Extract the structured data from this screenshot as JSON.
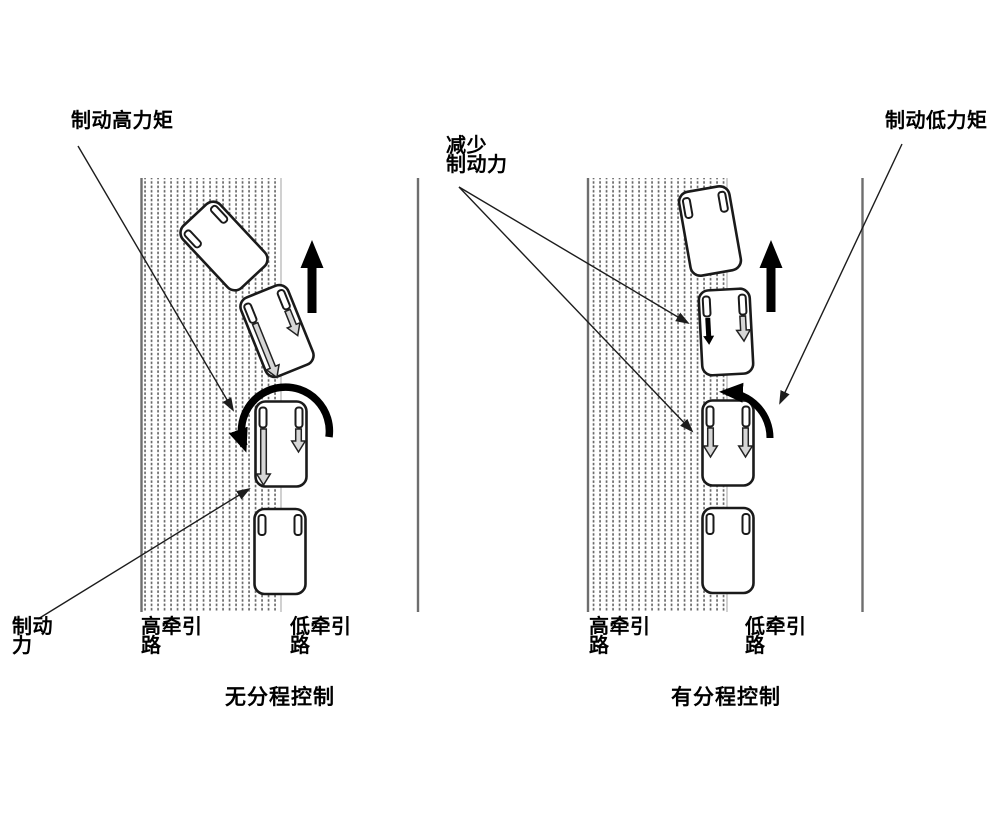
{
  "left": {
    "brake_high_torque": "制动高力矩",
    "brake_force": "制动\n力",
    "high_traction_road": "高牵引\n路",
    "low_traction_road": "低牵引\n路",
    "caption": "无分程控制"
  },
  "right": {
    "reduce_brake_force": "减少\n制动力",
    "brake_low_torque": "制动低力矩",
    "high_traction_road": "高牵引\n路",
    "low_traction_road": "低牵引\n路",
    "caption": "有分程控制"
  },
  "colors": {
    "background": "#ffffff",
    "ink": "#000000",
    "road_edge_line": "#6e6e6e",
    "lane_split_line": "#bdbdbd",
    "dot_texture": "#6a6a6a",
    "brake_arrow_fill": "#d6d6d6",
    "car_fill": "#ffffff",
    "car_outline": "#1a1a1a"
  }
}
